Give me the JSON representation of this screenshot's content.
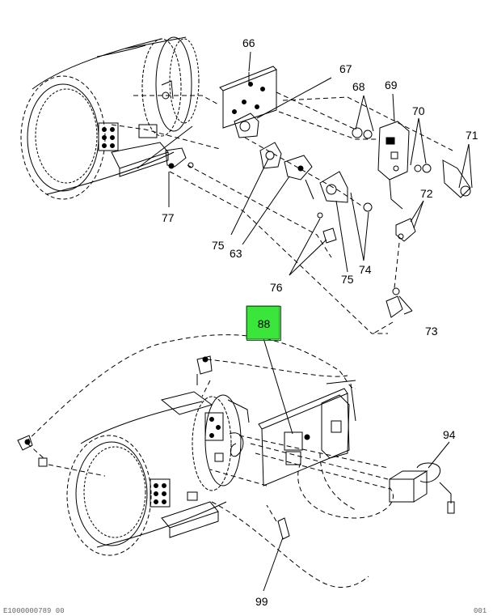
{
  "highlight_color": "#39e639",
  "callouts": {
    "c66": "66",
    "c67": "67",
    "c68": "68",
    "c69": "69",
    "c70": "70",
    "c71": "71",
    "c72": "72",
    "c73": "73",
    "c74": "74",
    "c75a": "75",
    "c75b": "75",
    "c76": "76",
    "c77": "77",
    "c63": "63",
    "c88": "88",
    "c94": "94",
    "c99": "99"
  },
  "footer": {
    "left": "E1000000789 00",
    "right": "001"
  }
}
